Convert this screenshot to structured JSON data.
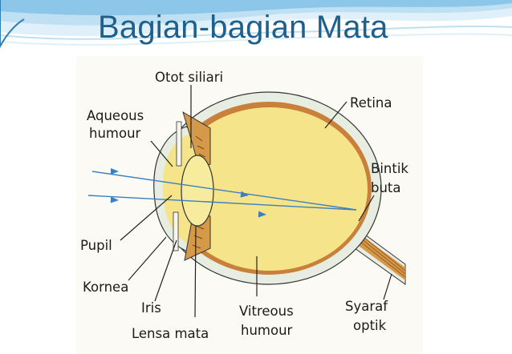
{
  "slide": {
    "title": "Bagian-bagian Mata"
  },
  "diagram": {
    "labels": {
      "otot_siliari": "Otot siliari",
      "aqueous_line1": "Aqueous",
      "aqueous_line2": "humour",
      "retina": "Retina",
      "bintik_line1": "Bintik",
      "bintik_line2": "buta",
      "pupil": "Pupil",
      "kornea": "Kornea",
      "iris": "Iris",
      "lensa_mata": "Lensa mata",
      "vitreous_line1": "Vitreous",
      "vitreous_line2": "humour",
      "syaraf_line1": "Syaraf",
      "syaraf_line2": "optik"
    }
  },
  "colors": {
    "title": "#1f5f8b",
    "wave_dark": "#2e7fb8",
    "wave_light": "#bfe0f3",
    "sclera": "#e8ede2",
    "choroid": "#c9803a",
    "vitreous": "#f6e48a",
    "light_ray": "#3b7fbf"
  }
}
